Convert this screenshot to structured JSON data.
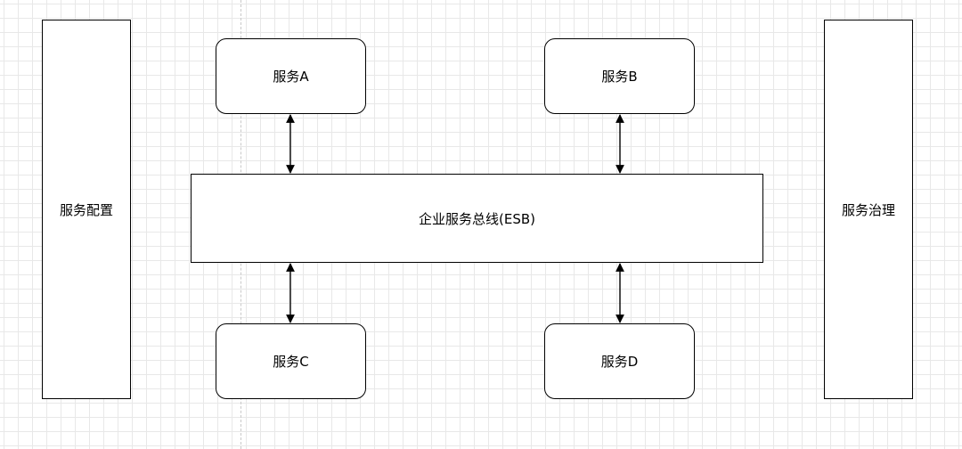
{
  "diagram": {
    "left_panel": {
      "label": "服务配置"
    },
    "right_panel": {
      "label": "服务治理"
    },
    "bus": {
      "label": "企业服务总线(ESB)"
    },
    "services": {
      "a": {
        "label": "服务A"
      },
      "b": {
        "label": "服务B"
      },
      "c": {
        "label": "服务C"
      },
      "d": {
        "label": "服务D"
      }
    },
    "connections": [
      {
        "from": "服务A",
        "to": "企业服务总线(ESB)",
        "direction": "bidirectional"
      },
      {
        "from": "服务B",
        "to": "企业服务总线(ESB)",
        "direction": "bidirectional"
      },
      {
        "from": "服务C",
        "to": "企业服务总线(ESB)",
        "direction": "bidirectional"
      },
      {
        "from": "服务D",
        "to": "企业服务总线(ESB)",
        "direction": "bidirectional"
      }
    ],
    "colors": {
      "line": "#000000",
      "fill": "#ffffff",
      "grid": "#e8e8e8"
    }
  }
}
